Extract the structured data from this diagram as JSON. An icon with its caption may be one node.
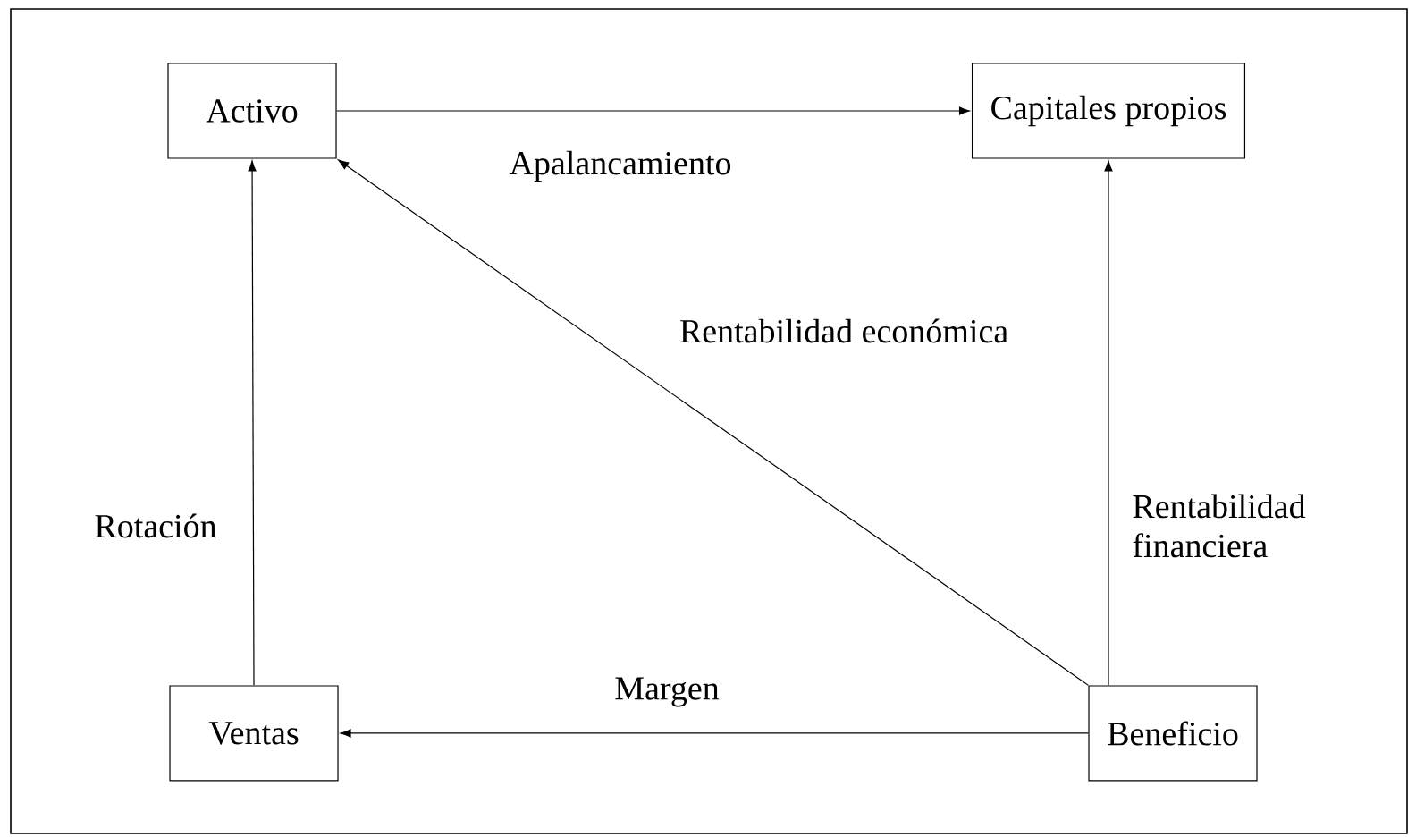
{
  "diagram": {
    "nodes": [
      {
        "text": [
          "Activo"
        ]
      },
      {
        "text": [
          "Capitales propios"
        ]
      },
      {
        "text": [
          "Ventas"
        ]
      },
      {
        "text": [
          "Beneficio"
        ]
      }
    ],
    "edges": [
      {
        "from": 0,
        "to": 1,
        "arrow": "to",
        "label": "Apalancamiento"
      },
      {
        "from": 2,
        "to": 0,
        "arrow": "to",
        "label": "Rotación"
      },
      {
        "from": 3,
        "to": 0,
        "arrow": "to",
        "label": "Rentabilidad económica"
      },
      {
        "from": 3,
        "to": 1,
        "arrow": "to",
        "label": "Rentabilidad financiera"
      },
      {
        "from": 3,
        "to": 2,
        "arrow": "to",
        "label": "Margen"
      }
    ]
  }
}
